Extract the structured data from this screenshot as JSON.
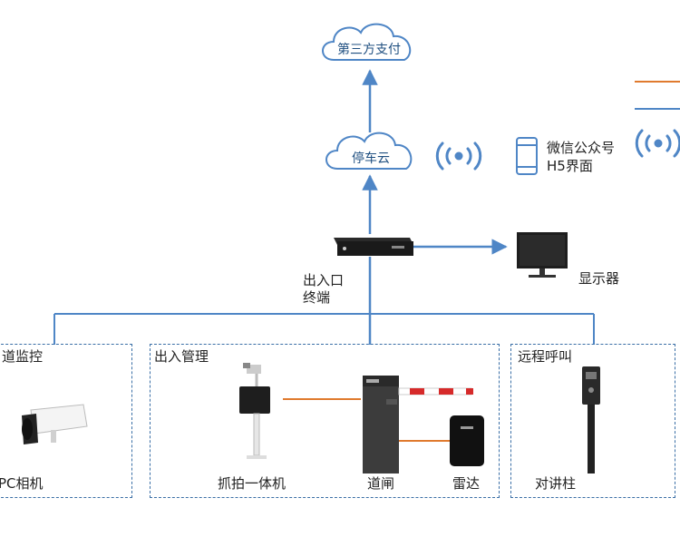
{
  "colors": {
    "line": "#4f86c6",
    "orange": "#e07a2e",
    "box": "#3a6fa6",
    "cloud": "#4f86c6"
  },
  "nodes": {
    "third_party_pay": "第三方支付",
    "parking_cloud": "停车云",
    "wechat_line1": "微信公众号",
    "wechat_line2": "H5界面",
    "entry_terminal_line1": "出入口",
    "entry_terminal_line2": "终端",
    "monitor": "显示器"
  },
  "groups": {
    "lane_monitor": {
      "title": "道监控",
      "device": "PC相机"
    },
    "access_mgmt": {
      "title": "出入管理",
      "devices": [
        "抓拍一体机",
        "道闸",
        "雷达"
      ]
    },
    "remote_call": {
      "title": "远程呼叫",
      "device": "对讲柱"
    }
  },
  "icons": [
    "cloud-icon",
    "wireless-signal-icon",
    "phone-icon",
    "terminal-box-icon",
    "monitor-icon",
    "bullet-camera-icon",
    "capture-camera-icon",
    "barrier-gate-icon",
    "radar-icon",
    "intercom-pillar-icon"
  ]
}
